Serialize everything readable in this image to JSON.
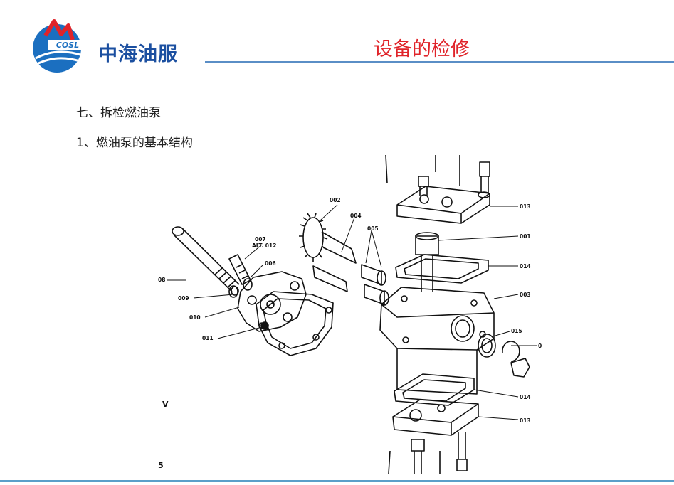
{
  "header": {
    "logo_text": "中海油服",
    "logo_mark_letters": "COSL",
    "title": "设备的检修",
    "title_color": "#e0242a",
    "accent_color": "#1b4fa0"
  },
  "content": {
    "section_heading": "七、拆检燃油泵",
    "subsection_heading": "1、燃油泵的基本结构"
  },
  "diagram": {
    "labels": {
      "p001": "001",
      "p002": "002",
      "p003": "003",
      "p004": "004",
      "p005": "005",
      "p006": "006",
      "p007": "007",
      "p007alt": "ALT. 012",
      "p08": "08",
      "p009": "009",
      "p010": "010",
      "p011": "011",
      "p013a": "013",
      "p013b": "013",
      "p014a": "014",
      "p014b": "014",
      "p015": "015",
      "p0": "0",
      "stray_v": "V",
      "stray_5": "5"
    }
  }
}
